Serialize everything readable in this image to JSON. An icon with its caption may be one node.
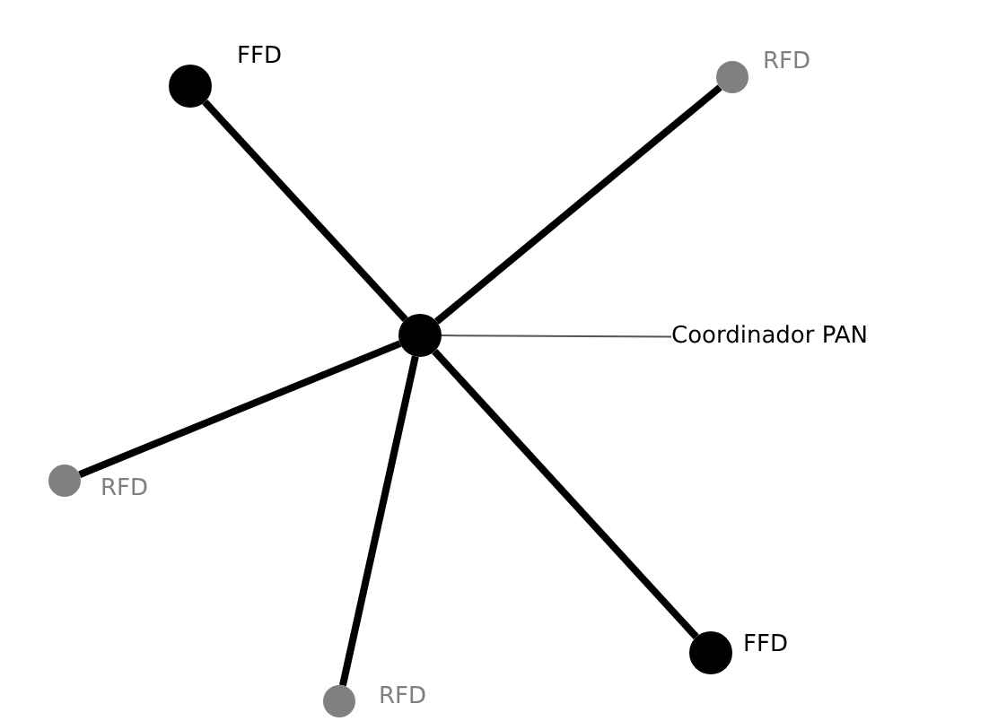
{
  "diagram": {
    "nodes": [
      {
        "text": [],
        "shape": "circle"
      },
      {
        "text": [],
        "shape": "circle",
        "beside": [
          "FFD"
        ]
      },
      {
        "text": [],
        "shape": "circle",
        "beside": [
          "RFD"
        ]
      },
      {
        "text": [],
        "shape": "circle",
        "beside": [
          "RFD"
        ]
      },
      {
        "text": [],
        "shape": "circle",
        "beside": [
          "RFD"
        ]
      },
      {
        "text": [],
        "shape": "circle",
        "beside": [
          "FFD"
        ]
      },
      {
        "text": [
          "Coordinador PAN"
        ]
      }
    ],
    "edges": [
      {
        "from": 0,
        "to": 1,
        "arrow": "none"
      },
      {
        "from": 0,
        "to": 2,
        "arrow": "none"
      },
      {
        "from": 0,
        "to": 3,
        "arrow": "none"
      },
      {
        "from": 0,
        "to": 4,
        "arrow": "none"
      },
      {
        "from": 0,
        "to": 5,
        "arrow": "none"
      },
      {
        "from": 6,
        "to": 0,
        "arrow": "none"
      }
    ]
  }
}
